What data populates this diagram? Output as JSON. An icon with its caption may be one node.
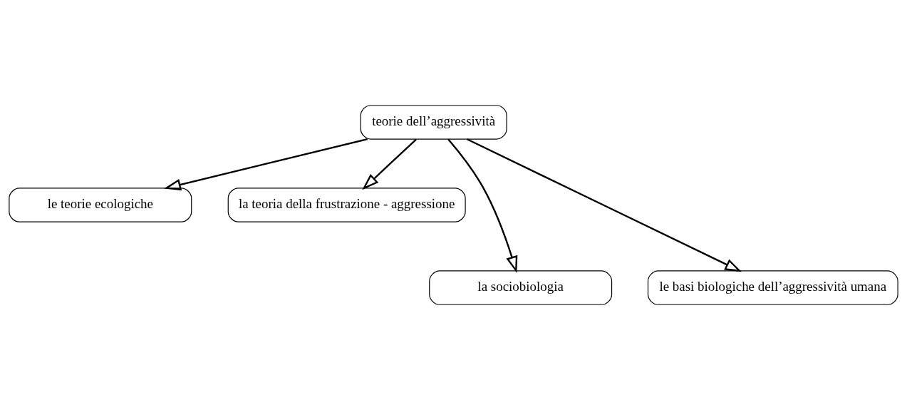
{
  "diagram": {
    "nodes": [
      {
        "text": [
          "teorie dell’aggressività"
        ]
      },
      {
        "text": [
          "le teorie ecologiche"
        ]
      },
      {
        "text": [
          "la teoria della frustrazione - aggressione"
        ]
      },
      {
        "text": [
          "la sociobiologia"
        ]
      },
      {
        "text": [
          "le basi biologiche dell’aggressività umana"
        ]
      }
    ],
    "edges": [
      {
        "from": 0,
        "to": 1,
        "arrow": "to"
      },
      {
        "from": 0,
        "to": 2,
        "arrow": "to"
      },
      {
        "from": 0,
        "to": 3,
        "arrow": "to"
      },
      {
        "from": 0,
        "to": 4,
        "arrow": "to"
      }
    ]
  }
}
